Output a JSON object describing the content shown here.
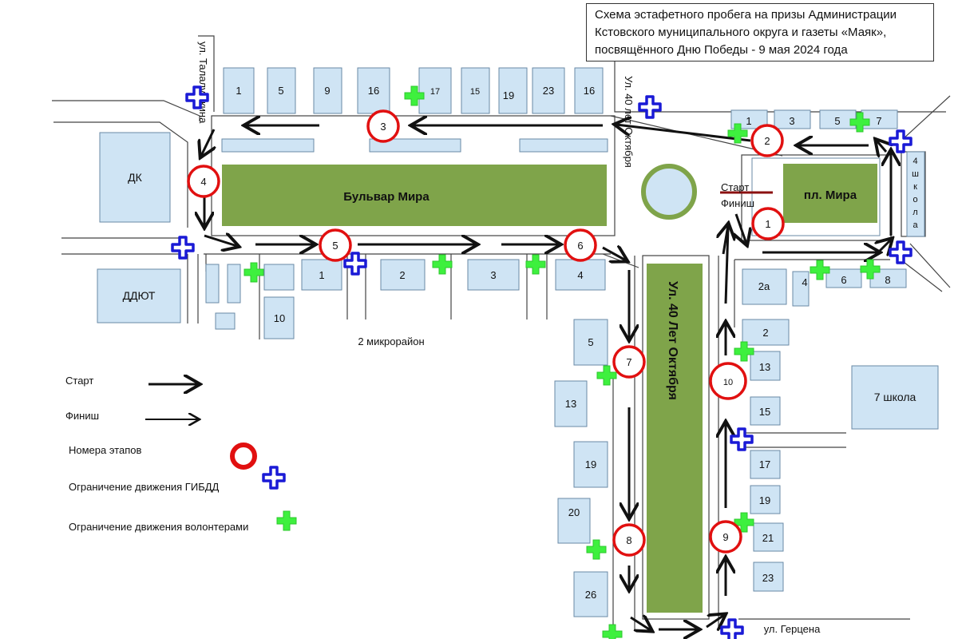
{
  "title_lines": [
    "Схема эстафетного пробега на призы  Администрации",
    "Кстовского муниципального округа и газеты «Маяк»,",
    "посвящённого Дню Победы - 9 мая 2024 года"
  ],
  "streets": {
    "talalushkina": "ул. Талалушкина",
    "forty_years_top": "Ул. 40 лет Октября",
    "forty_years_main": "Ул.  40  Лет Октября",
    "herzen": "ул. Герцена",
    "boulevard": "Бульвар Мира",
    "square": "пл. Мира",
    "district": "2 микрорайон"
  },
  "landmarks": {
    "dk": "ДК",
    "ddyut": "ДДЮТ",
    "school4": "4 школа",
    "school7": "7 школа"
  },
  "start_label": "Старт",
  "finish_label": "Финиш",
  "buildings_top": [
    "1",
    "5",
    "9",
    "16",
    "17",
    "15",
    "19",
    "23",
    "16"
  ],
  "buildings_right_top": [
    "1",
    "3",
    "5",
    "7"
  ],
  "buildings_left": [
    "1",
    "2",
    "3",
    "4",
    "10"
  ],
  "buildings_center_left": [
    "5",
    "13",
    "19",
    "20",
    "26"
  ],
  "buildings_center_right": [
    "2а",
    "4",
    "6",
    "8",
    "2",
    "13",
    "15",
    "17",
    "19",
    "21",
    "23"
  ],
  "stages": [
    "1",
    "2",
    "3",
    "4",
    "5",
    "6",
    "7",
    "8",
    "9",
    "10"
  ],
  "legend": {
    "start": "Старт",
    "finish": "Финиш",
    "stages": "Номера этапов",
    "police": "Ограничение движения ГИБДД",
    "volunteers": "Ограничение движения волонтерами"
  },
  "colors": {
    "park": "#7fa44a",
    "building": "#cfe4f4",
    "stage": "#e11010",
    "police": "#1a1ad6",
    "volunteer": "#3ef03e"
  }
}
